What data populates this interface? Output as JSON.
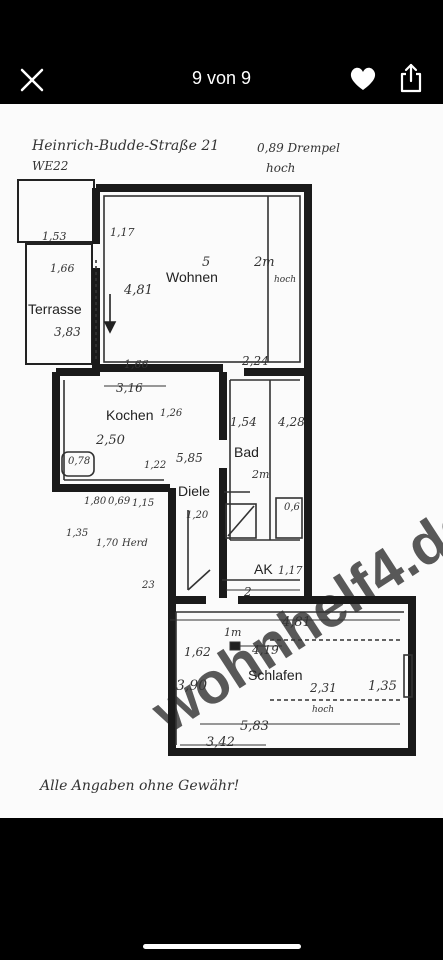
{
  "header": {
    "counter": "9 von 9",
    "icons": {
      "close": "close-icon",
      "favorite": "heart-icon",
      "share": "share-icon"
    }
  },
  "floorplan": {
    "address_note": "Heinrich-Budde-Straße 21",
    "unit_note": "WE22",
    "threshold_note": "0,89 Drempel",
    "threshold_note2": "hoch",
    "watermark": "wohnhelf4.de",
    "footer_note": "Alle Angaben ohne Gewähr!",
    "rooms": {
      "wohnen": "Wohnen",
      "terrasse": "Terrasse",
      "kochen": "Kochen",
      "bad": "Bad",
      "diele": "Diele",
      "ak": "AK",
      "schlafen": "Schlafen"
    },
    "dims": {
      "d1_53": "1,53",
      "d1_17": "1,17",
      "d5": "5",
      "d2m": "2m",
      "d_hoch": "hoch",
      "d1_66a": "1,66",
      "d4_81a": "4,81",
      "d3_83": "3,83",
      "d1_66b": "1,66",
      "d2_24": "2,24",
      "d3_16": "3,16",
      "d1_26": "1,26",
      "d1_54": "1,54",
      "d4_28": "4,28",
      "d2_50": "2,50",
      "d0_78": "0,78",
      "d1_22": "1,22",
      "d5_85": "5,85",
      "d2m_bad": "2m",
      "d1_20": "1,20",
      "d1_80": "1,80",
      "d0_69": "0,69",
      "d1_15": "1,15",
      "d1_35a": "1,35",
      "d1_70": "1,70",
      "herd": "Herd",
      "d0_6": "0,6",
      "d23": "23",
      "d1_17b": "1,17",
      "d2": "2",
      "d4_81b": "4,81",
      "d1m": "1m",
      "d1_62": "1,62",
      "d4_19": "4,19",
      "d3_90": "3,90",
      "d2_31": "2,31",
      "d1_35b": "1,35",
      "d_hoch2": "hoch",
      "d5_83": "5,83",
      "d3_42": "3,42"
    }
  }
}
